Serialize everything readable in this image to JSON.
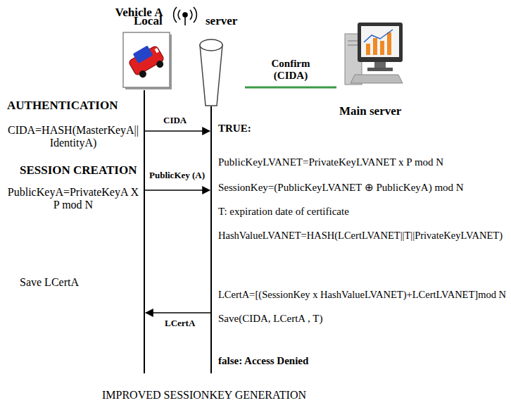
{
  "diagram": {
    "caption": "IMPROVED SESSIONKEY GENERATION",
    "nodes": [
      {
        "text": [
          "Vehicle A"
        ]
      },
      {
        "text": [
          "Local",
          "server"
        ]
      },
      {
        "text": [
          "Main server"
        ]
      }
    ],
    "edges": [
      {
        "from": 1,
        "to": 2,
        "arrow": "none",
        "label": "Confirm (CIDA)"
      }
    ],
    "labels": [
      "AUTHENTICATION",
      "CIDA=HASH(MasterKeyA|| IdentityA)",
      "SESSION CREATION",
      "PublicKeyA=PrivateKeyA X P mod N",
      "Save LCertA",
      "CIDA",
      "PublicKey (A)",
      "LCertA",
      "TRUE:",
      "PublicKeyLVANET=PrivateKeyLVANET x P mod N",
      "SessionKey=(PublicKeyLVANET ⊕ PublicKeyA) mod N",
      "T: expiration date of certificate",
      "HashValueLVANET=HASH(LCertLVANET||T||PrivateKeyLVANET)",
      "LCertA=[(SessionKey x HashValueLVANET)+LCertLVANET]mod N",
      "Save(CIDA, LCertA , T)",
      "false: Access Denied"
    ]
  }
}
